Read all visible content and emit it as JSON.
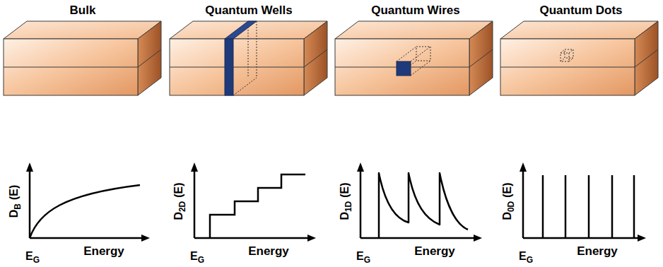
{
  "diagram": {
    "labels": [
      "Bulk",
      "Quantum Wells",
      "Quantum Wires",
      "Quantum Dots",
      "D",
      "B",
      "(E)",
      "E",
      "G",
      "Energy",
      "D",
      "2D",
      "(E)",
      "E",
      "G",
      "Energy",
      "D",
      "1D",
      "(E)",
      "E",
      "G",
      "Energy",
      "D",
      "0D",
      "(E)",
      "E",
      "G",
      "Energy"
    ]
  }
}
